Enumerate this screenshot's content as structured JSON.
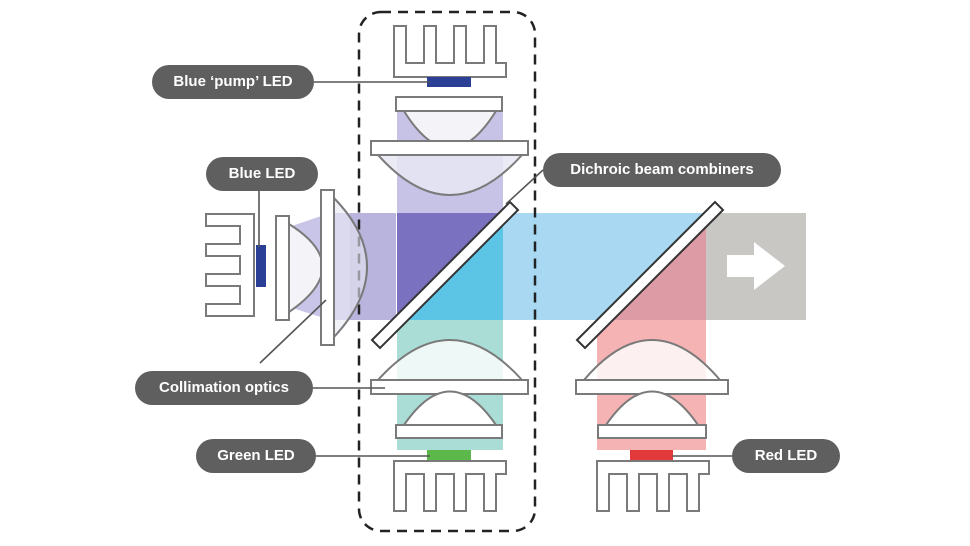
{
  "labels": {
    "blue_pump_led": "Blue ‘pump’ LED",
    "blue_led": "Blue LED",
    "dichroic_beam_combiners": "Dichroic beam combiners",
    "collimation_optics": "Collimation optics",
    "green_led": "Green LED",
    "red_led": "Red LED"
  },
  "colors": {
    "label_bg": "#5f5f5f",
    "label_text": "#ffffff",
    "outline": "#7a7a7a",
    "blue_led": "#2c3f96",
    "green_led": "#5cb84a",
    "red_led": "#e23a3a",
    "blue_beam": "#b9b4dd",
    "blue_combined": "#7a72c0",
    "pump_beam": "#c6c3e6",
    "green_beam": "#a9ddd5",
    "cyan_beam": "#5cc5e6",
    "light_blue_beam": "#a9d9f2",
    "red_beam": "#f6b3b3",
    "mixed_beam": "#dd9ba5",
    "output_beam": "#c8c7c4",
    "arrow": "#ffffff"
  },
  "icons": [
    "output-arrow-icon"
  ]
}
